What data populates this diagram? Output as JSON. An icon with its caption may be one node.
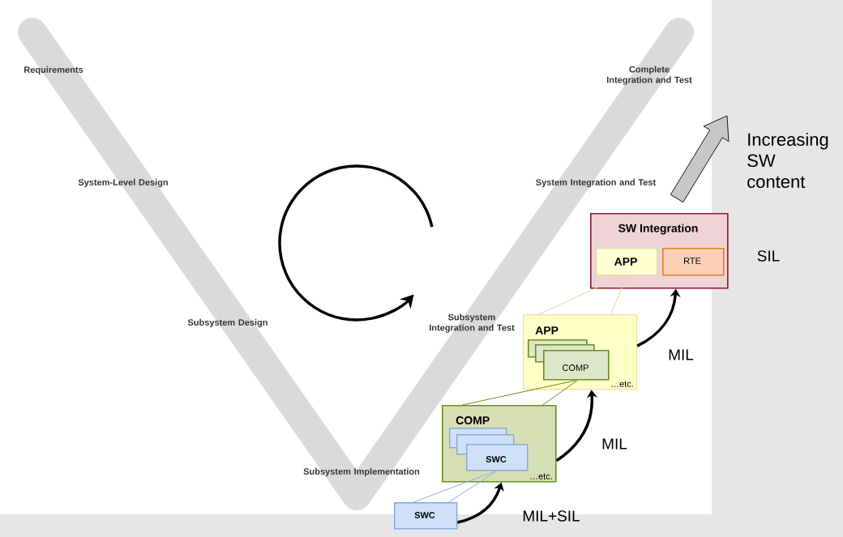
{
  "diagram": {
    "nodes": [
      {
        "text": [
          "SW Integration"
        ]
      },
      {
        "text": [
          "APP"
        ],
        "in": 0
      },
      {
        "text": [
          "RTE"
        ],
        "in": 0
      },
      {
        "text": [
          "APP",
          "…etc."
        ]
      },
      {
        "text": [],
        "shape": "box",
        "in": 3
      },
      {
        "text": [],
        "shape": "box",
        "in": 3
      },
      {
        "text": [
          "COMP"
        ],
        "in": 3
      },
      {
        "text": [
          "COMP",
          "…etc."
        ]
      },
      {
        "text": [],
        "shape": "box",
        "in": 7
      },
      {
        "text": [],
        "shape": "box",
        "in": 7
      },
      {
        "text": [
          "SWC"
        ],
        "in": 7
      },
      {
        "text": [
          "SWC"
        ]
      }
    ],
    "edges": [
      {
        "from": 3,
        "to": 1,
        "arrow": "none",
        "color": "#e0dc98"
      },
      {
        "from": 3,
        "to": 1,
        "arrow": "none",
        "color": "#e0dc98"
      },
      {
        "from": 7,
        "to": 6,
        "arrow": "none",
        "color": "#6b8e23"
      },
      {
        "from": 7,
        "to": 6,
        "arrow": "none",
        "color": "#6b8e23"
      },
      {
        "from": 11,
        "to": 10,
        "arrow": "none",
        "color": "#8fb0d8"
      },
      {
        "from": 11,
        "to": 10,
        "arrow": "none",
        "color": "#8fb0d8"
      },
      {
        "from": 11,
        "to": 7,
        "arrow": "to",
        "style": "thick",
        "label": "MIL+SIL"
      },
      {
        "from": 7,
        "to": 3,
        "arrow": "to",
        "style": "thick",
        "label": "MIL"
      },
      {
        "from": 3,
        "to": 0,
        "arrow": "to",
        "style": "thick",
        "label": "MIL"
      }
    ],
    "labels": [
      "Requirements",
      "Complete Integration and Test",
      "System-Level Design",
      "System Integration and Test",
      "Increasing SW content",
      "SIL",
      "Subsystem Design",
      "Subsystem Integration and Test",
      "Subsystem Implementation"
    ]
  }
}
